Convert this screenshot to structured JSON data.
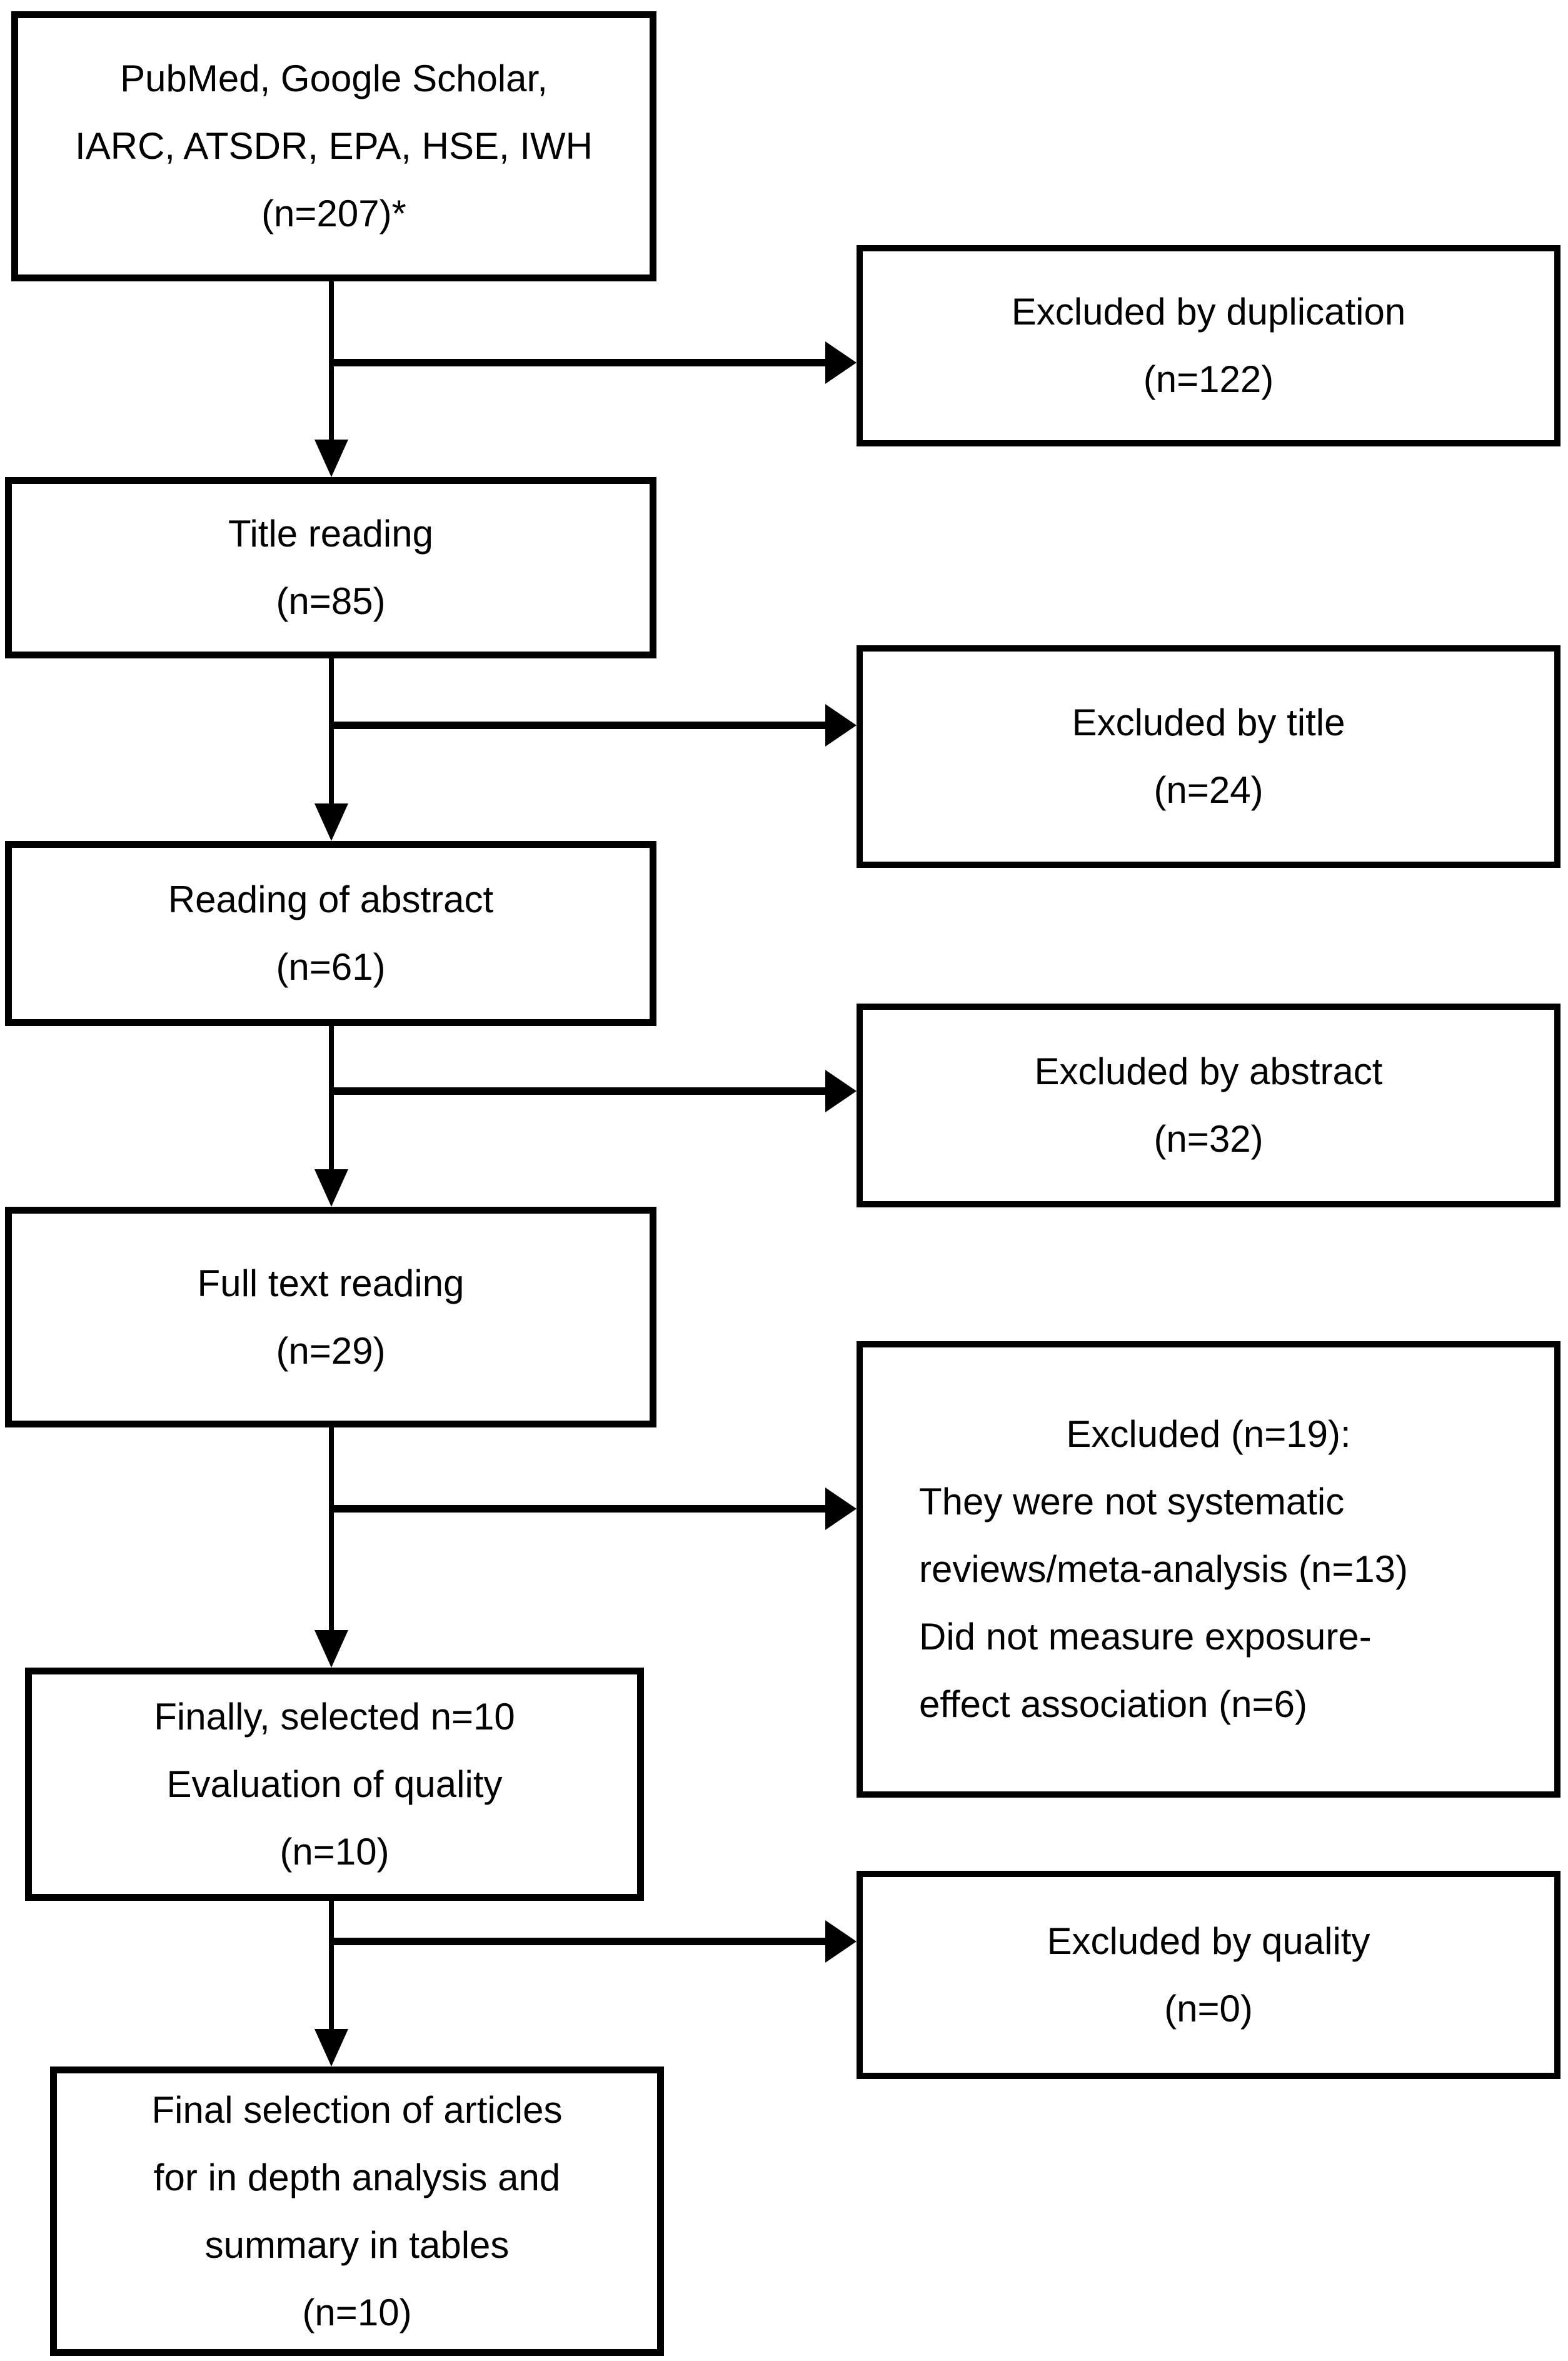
{
  "flowchart": {
    "colors": {
      "background": "#ffffff",
      "box_border": "#000000",
      "text": "#000000",
      "arrow": "#000000"
    },
    "main_boxes": [
      {
        "id": "sources",
        "lines": [
          "PubMed, Google Scholar,",
          "IARC, ATSDR, EPA, HSE, IWH",
          "(n=207)*"
        ]
      },
      {
        "id": "title-reading",
        "lines": [
          "Title reading",
          "(n=85)"
        ]
      },
      {
        "id": "abstract-reading",
        "lines": [
          "Reading of abstract",
          "(n=61)"
        ]
      },
      {
        "id": "full-text-reading",
        "lines": [
          "Full text reading",
          "(n=29)"
        ]
      },
      {
        "id": "selected-evaluation",
        "lines": [
          "Finally, selected n=10",
          "Evaluation of quality",
          "(n=10)"
        ]
      },
      {
        "id": "final-selection",
        "lines": [
          "Final selection of articles",
          "for in depth analysis and",
          "summary in tables",
          "(n=10)"
        ]
      }
    ],
    "exclusion_boxes": [
      {
        "id": "excluded-duplication",
        "lines": [
          "Excluded by duplication",
          "(n=122)"
        ]
      },
      {
        "id": "excluded-title",
        "lines": [
          "Excluded by title",
          "(n=24)"
        ]
      },
      {
        "id": "excluded-abstract",
        "lines": [
          "Excluded by abstract",
          "(n=32)"
        ]
      },
      {
        "id": "excluded-fulltext",
        "heading": "Excluded (n=19):",
        "detail_lines": [
          "They were not systematic",
          "reviews/meta-analysis (n=13)",
          "Did not measure exposure-",
          "effect association (n=6)"
        ]
      },
      {
        "id": "excluded-quality",
        "lines": [
          "Excluded by quality",
          "(n=0)"
        ]
      }
    ]
  }
}
